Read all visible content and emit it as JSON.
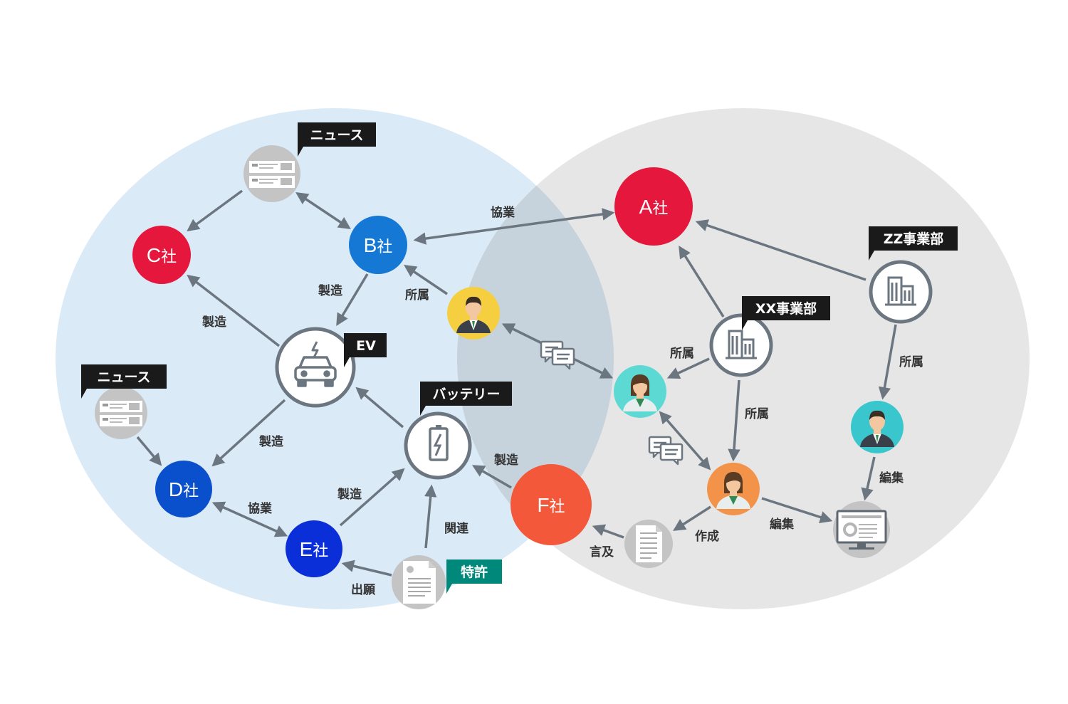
{
  "colors": {
    "left_region": "#dbeaf7",
    "right_region": "#e6e6e6",
    "overlap": "#c6d3dc",
    "edge": "#6b7680",
    "tag_dark": "#1a1a1a",
    "tag_green": "#00897b",
    "company_red": "#e6173c",
    "company_blue": "#1478d4",
    "company_deep_blue": "#0a4fcc",
    "company_navy": "#0a2ed8",
    "company_orange": "#f4583a",
    "person_yellow": "#f5cf3f",
    "person_cyan": "#5dd9d4",
    "person_teal": "#39c7cd",
    "person_orange": "#f3934a",
    "doc_gray": "#c4c4c4"
  },
  "companies": [
    {
      "id": "a",
      "letter": "A",
      "sha": "社",
      "color": "#e6173c"
    },
    {
      "id": "b",
      "letter": "B",
      "sha": "社",
      "color": "#1478d4"
    },
    {
      "id": "c",
      "letter": "C",
      "sha": "社",
      "color": "#e6173c"
    },
    {
      "id": "d",
      "letter": "D",
      "sha": "社",
      "color": "#0a4fcc"
    },
    {
      "id": "e",
      "letter": "E",
      "sha": "社",
      "color": "#0a2ed8"
    },
    {
      "id": "f",
      "letter": "F",
      "sha": "社",
      "color": "#f4583a"
    }
  ],
  "tags": {
    "news_top": "ニュース",
    "news_left": "ニュース",
    "ev": "EV",
    "battery": "バッテリー",
    "patent": "特許",
    "xx_division": "XX事業部",
    "zz_division": "ZZ事業部"
  },
  "icons": {
    "news_top": "newspaper-icon",
    "news_left": "newspaper-icon",
    "ev": "electric-car-icon",
    "battery": "battery-charge-icon",
    "patent": "certificate-document-icon",
    "xx_division": "office-building-icon",
    "zz_division": "office-building-icon",
    "person_yellow": "businessman-icon",
    "person_cyan": "businesswoman-icon",
    "person_teal": "businessman-icon",
    "person_orange": "businesswoman-icon",
    "document": "document-icon",
    "monitor": "dashboard-monitor-icon",
    "chat_upper": "chat-bubbles-icon",
    "chat_lower": "chat-bubbles-icon"
  },
  "edge_labels": {
    "kyogyo_ab": "協業",
    "seizo_b_ev": "製造",
    "shozoku_person_b": "所属",
    "seizo_ev_c": "製造",
    "seizo_ev_d": "製造",
    "kyogyo_de": "協業",
    "seizo_e_battery": "製造",
    "seizo_f_battery": "製造",
    "kanren": "関連",
    "shutsugan": "出願",
    "shozoku_xx_cyan": "所属",
    "shozoku_xx_orange": "所属",
    "shozoku_zz_teal": "所属",
    "henshu_teal": "編集",
    "henshu_orange": "編集",
    "sakusei": "作成",
    "genkyu": "言及"
  }
}
